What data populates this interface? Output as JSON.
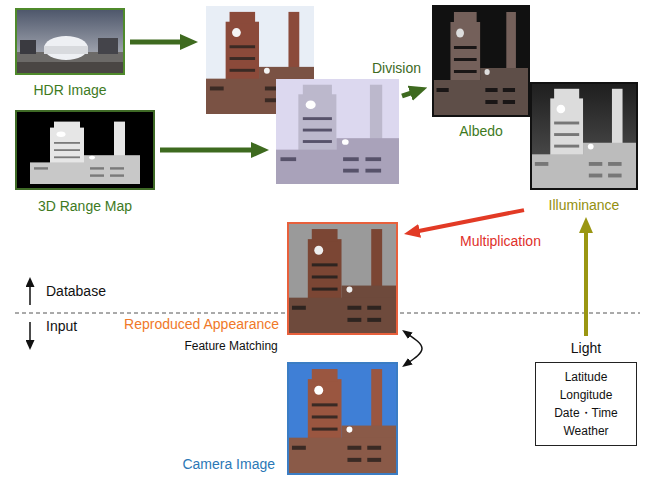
{
  "diagram": {
    "nodes": [
      {
        "text": [
          "HDR Image"
        ]
      },
      {
        "text": [
          "3D Range Map"
        ]
      },
      {
        "text": [
          "Albedo"
        ]
      },
      {
        "text": [
          "Illuminance"
        ]
      },
      {
        "text": [
          "Reproduced Appearance"
        ]
      },
      {
        "text": [
          "Light",
          "Latitude Longitude Date・Time Weather"
        ]
      },
      {
        "text": [
          "Camera Image"
        ]
      }
    ],
    "edges": [
      {
        "from": 3,
        "to": 4,
        "label": "Multiplication",
        "arrow": "to"
      },
      {
        "from": 5,
        "to": 3,
        "arrow": "to"
      },
      {
        "from": 4,
        "to": 6,
        "label": "Feature Matching",
        "arrow": "both"
      }
    ],
    "labels": [
      "Division",
      "Database",
      "Input"
    ]
  }
}
